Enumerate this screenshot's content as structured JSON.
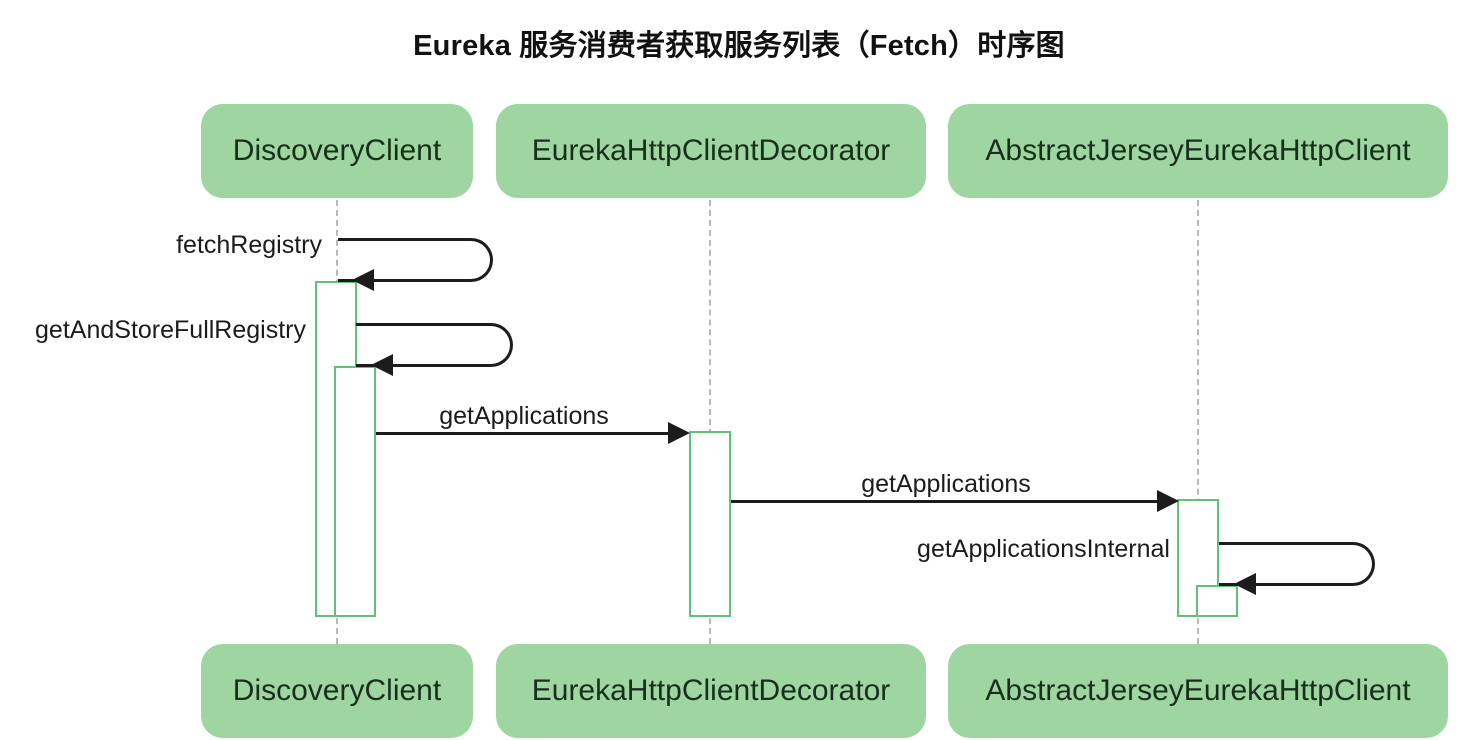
{
  "diagram": {
    "title": "Eureka 服务消费者获取服务列表（Fetch）时序图",
    "type": "sequence-diagram",
    "colors": {
      "participant_fill": "#9ed5a0",
      "activation_border": "#62c07a",
      "activation_fill": "#ffffff",
      "message_line": "#1c1c1c",
      "lifeline": "#b9b9b9",
      "background": "#ffffff",
      "title_text": "#111111"
    },
    "participants": [
      {
        "id": "discovery-client",
        "label": "DiscoveryClient"
      },
      {
        "id": "eureka-http-client-decorator",
        "label": "EurekaHttpClientDecorator"
      },
      {
        "id": "abstract-jersey-eureka-http-client",
        "label": "AbstractJerseyEurekaHttpClient"
      }
    ],
    "participants_bottom": [
      {
        "id": "discovery-client-bottom",
        "label": "DiscoveryClient"
      },
      {
        "id": "eureka-http-client-decorator-bottom",
        "label": "EurekaHttpClientDecorator"
      },
      {
        "id": "abstract-jersey-eureka-http-client-bottom",
        "label": "AbstractJerseyEurekaHttpClient"
      }
    ],
    "messages": [
      {
        "id": "fetch-registry",
        "label": "fetchRegistry",
        "from": "discovery-client",
        "to": "discovery-client",
        "kind": "self"
      },
      {
        "id": "get-and-store-full-registry",
        "label": "getAndStoreFullRegistry",
        "from": "discovery-client",
        "to": "discovery-client",
        "kind": "self"
      },
      {
        "id": "get-applications-1",
        "label": "getApplications",
        "from": "discovery-client",
        "to": "eureka-http-client-decorator",
        "kind": "call"
      },
      {
        "id": "get-applications-2",
        "label": "getApplications",
        "from": "eureka-http-client-decorator",
        "to": "abstract-jersey-eureka-http-client",
        "kind": "call"
      },
      {
        "id": "get-applications-internal",
        "label": "getApplicationsInternal",
        "from": "abstract-jersey-eureka-http-client",
        "to": "abstract-jersey-eureka-http-client",
        "kind": "self"
      }
    ]
  }
}
